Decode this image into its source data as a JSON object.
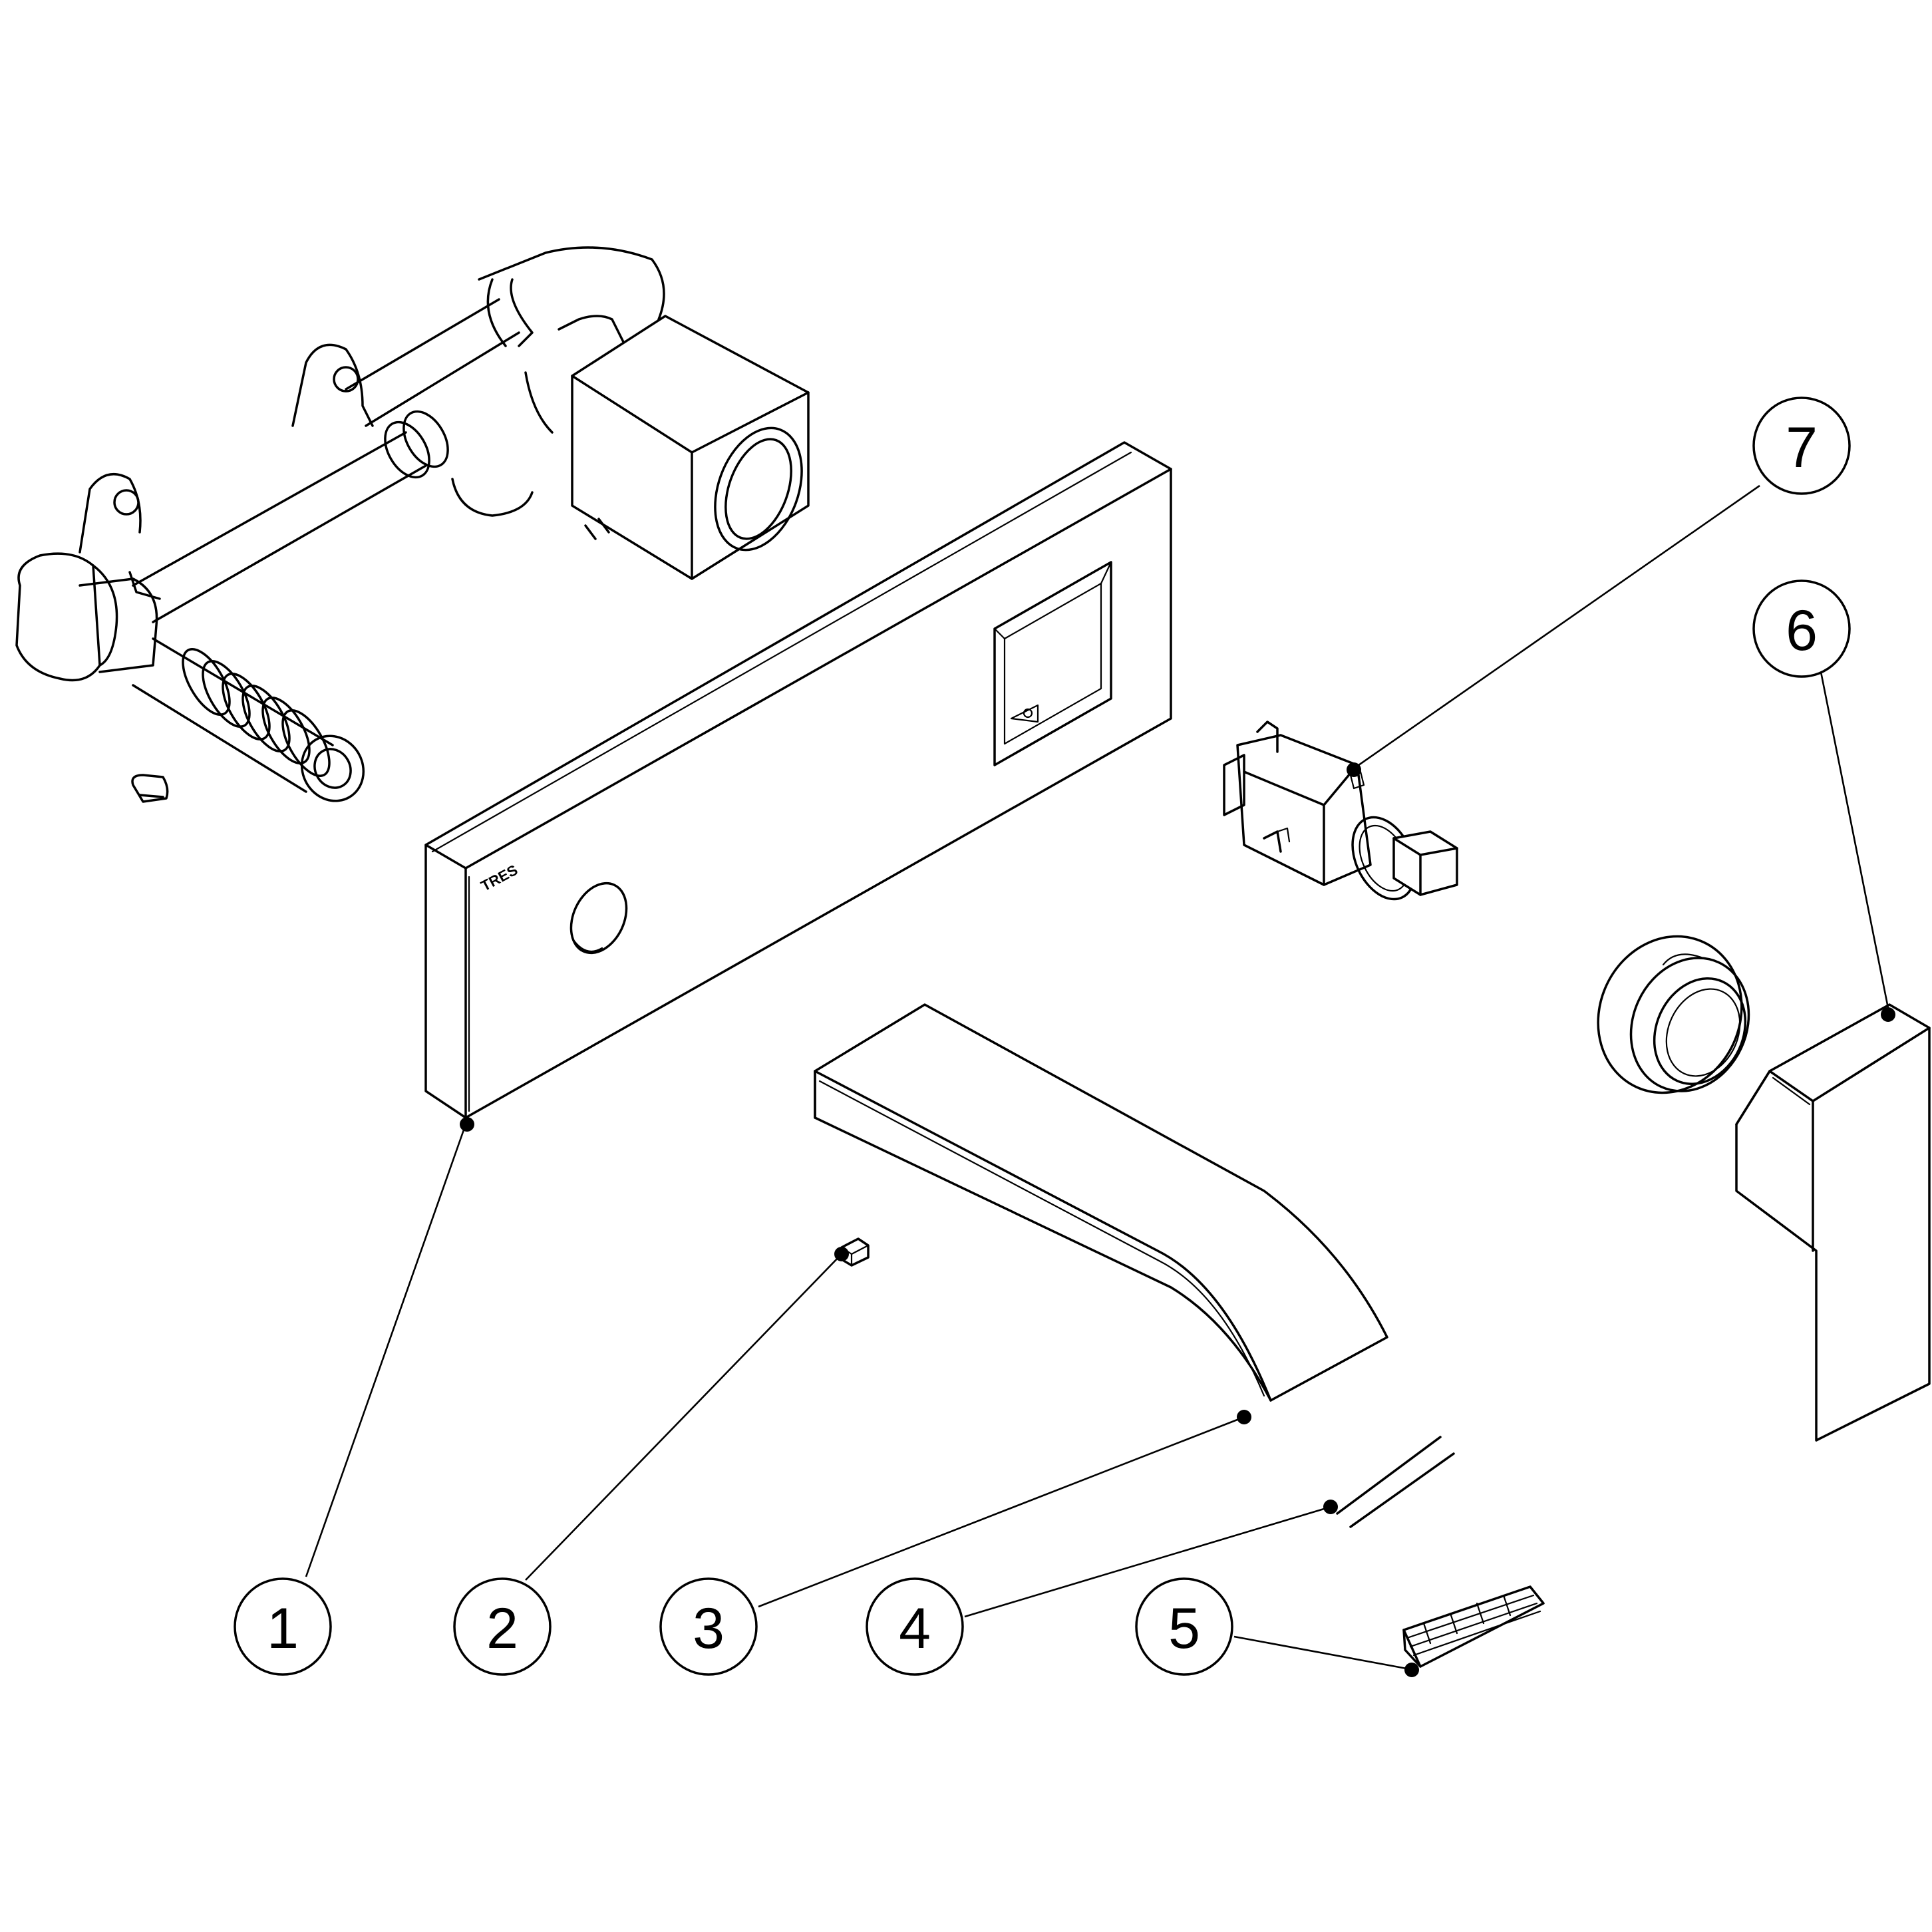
{
  "brand_mark": "TRES",
  "balloons": [
    {
      "label": "1"
    },
    {
      "label": "2"
    },
    {
      "label": "3"
    },
    {
      "label": "4"
    },
    {
      "label": "5"
    },
    {
      "label": "6"
    },
    {
      "label": "7"
    }
  ],
  "parts": [
    "valve-body-assembly",
    "cover-plate",
    "set-screw",
    "spout",
    "flow-straightener",
    "aerator",
    "handle",
    "cartridge",
    "handle-nut"
  ]
}
